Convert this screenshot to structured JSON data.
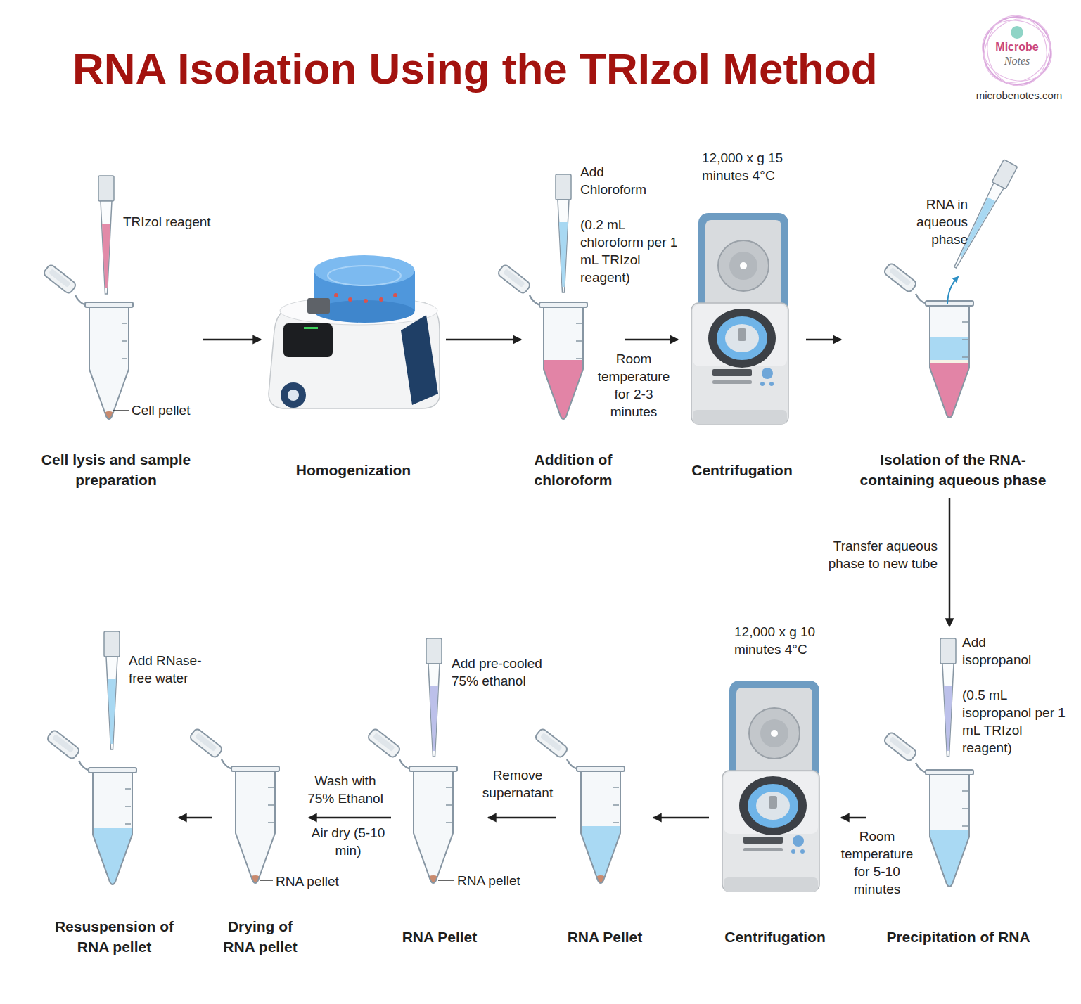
{
  "diagram": {
    "title": "RNA Isolation Using the TRIzol Method",
    "nodes": [
      {
        "text": [
          "Cell lysis and sample preparation"
        ]
      },
      {
        "text": [
          "Homogenization"
        ]
      },
      {
        "text": [
          "Addition of chloroform"
        ]
      },
      {
        "text": [
          "Centrifugation"
        ]
      },
      {
        "text": [
          "Isolation of the RNA-containing aqueous phase"
        ]
      },
      {
        "text": [
          "Precipitation of RNA"
        ]
      },
      {
        "text": [
          "Centrifugation"
        ]
      },
      {
        "text": [
          "RNA Pellet"
        ]
      },
      {
        "text": [
          "RNA Pellet"
        ]
      },
      {
        "text": [
          "Drying of RNA pellet"
        ]
      },
      {
        "text": [
          "Resuspension of RNA pellet"
        ]
      }
    ],
    "edges": [
      {
        "from": 0,
        "to": 1,
        "arrow": "to"
      },
      {
        "from": 1,
        "to": 2,
        "arrow": "to"
      },
      {
        "from": 2,
        "to": 3,
        "label": "Room temperature for 2-3 minutes",
        "arrow": "to"
      },
      {
        "from": 3,
        "to": 4,
        "arrow": "to"
      },
      {
        "from": 4,
        "to": 5,
        "label": "Transfer aqueous phase to new tube",
        "arrow": "to"
      },
      {
        "from": 5,
        "to": 6,
        "label": "Room temperature for 5-10 minutes",
        "arrow": "to"
      },
      {
        "from": 6,
        "to": 7,
        "arrow": "to"
      },
      {
        "from": 7,
        "to": 8,
        "label": "Remove supernatant",
        "arrow": "to"
      },
      {
        "from": 8,
        "to": 9,
        "label": "Wash with 75% Ethanol",
        "arrow": "to"
      },
      {
        "from": 9,
        "to": 10,
        "arrow": "to"
      }
    ],
    "labels": [
      "TRIzol reagent",
      "Cell pellet",
      "Add Chloroform",
      "(0.2 mL chloroform per 1 mL TRIzol reagent)",
      "12,000 x g 15 minutes 4°C",
      "RNA in aqueous phase",
      "Add isopropanol",
      "(0.5 mL isopropanol per 1 mL TRIzol reagent)",
      "12,000 x g 10 minutes 4°C",
      "Add pre-cooled 75% ethanol",
      "RNA pellet",
      "Air dry (5-10 min)",
      "RNA pellet",
      "Add RNase-free water",
      "Microbe",
      "Notes",
      "microbenotes.com"
    ]
  }
}
